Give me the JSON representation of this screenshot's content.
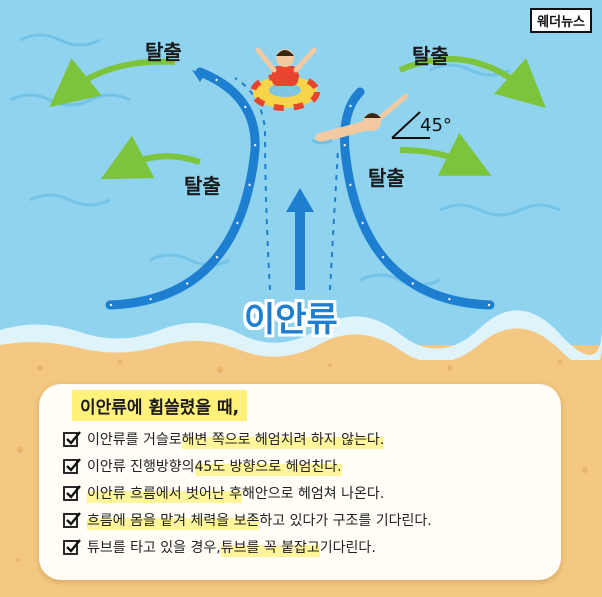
{
  "brand": "웨더뉴스",
  "labels": {
    "escape_top_left": "탈출",
    "escape_top_right": "탈출",
    "escape_mid_left": "탈출",
    "escape_mid_right": "탈출",
    "angle": "45°",
    "current": "이안류"
  },
  "card": {
    "title": "이안류에 휩쓸렸을 때,",
    "items": [
      {
        "pre": "이안류를 거슬로 ",
        "hl": "해변 쪽으로 헤엄치려 하지 않는다.",
        "post": ""
      },
      {
        "pre": "이안류 진행방향의 ",
        "hl": "45도 방향으로 헤엄친다.",
        "post": ""
      },
      {
        "pre": "",
        "hl": "이안류 흐름에서 벗어난 후",
        "post": " 해안으로 헤엄쳐 나온다."
      },
      {
        "pre": "",
        "hl": "흐름에 몸을 맡겨 체력을 보존",
        "post": "하고 있다가 구조를 기다린다."
      },
      {
        "pre": "튜브를 타고 있을 경우, ",
        "hl": "튜브를 꼭 붙잡고",
        "post": " 기다린다."
      }
    ]
  },
  "colors": {
    "sea": "#8fd3ef",
    "sand": "#f4c882",
    "current": "#1e7fd0",
    "escape_arrow": "#7cc43c",
    "highlight": "#fff59b"
  }
}
